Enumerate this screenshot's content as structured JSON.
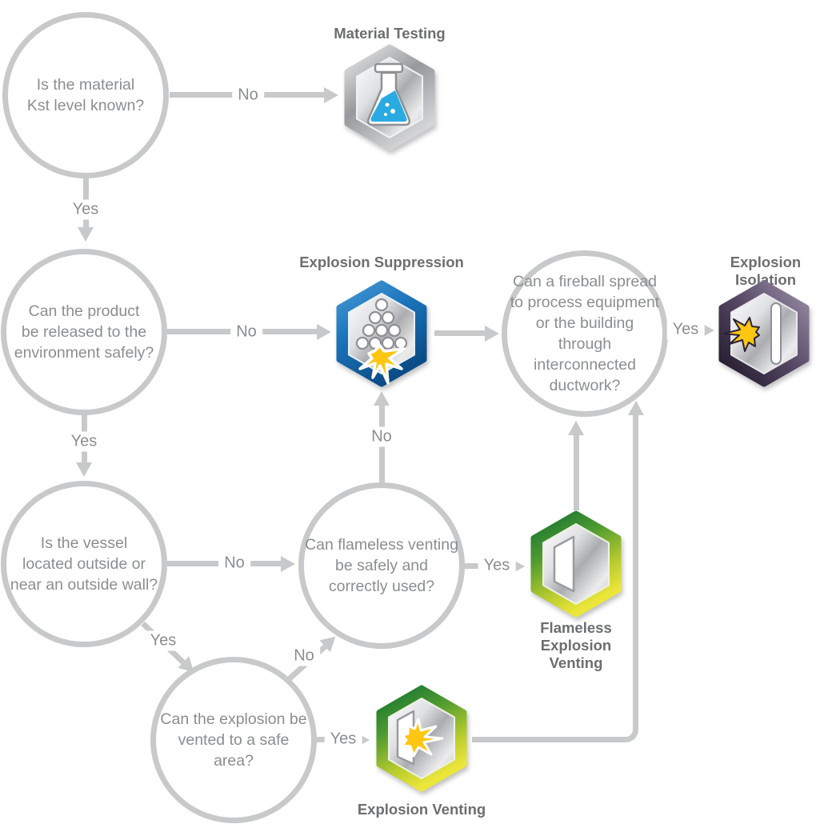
{
  "questions": {
    "material": "Is the material\nKst level known?",
    "product": "Can the product\nbe released to the\nenvironment safely?",
    "fireball": "Can a fireball spread\nto process equipment\nor the building through\ninterconnected\nductwork?",
    "vessel": "Is the vessel\nlocated outside or\nnear an outside wall?",
    "flameless": "Can flameless venting\nbe safely and\ncorrectly used?",
    "vented": "Can the explosion be\nvented to a safe area?"
  },
  "solutions": {
    "material_testing": {
      "title": "Material Testing",
      "icon": "flask-beaker-icon"
    },
    "explosion_suppression": {
      "title": "Explosion Suppression",
      "icon": "suppressant-burst-icon"
    },
    "explosion_isolation": {
      "title": "Explosion Isolation",
      "icon": "barrier-burst-icon"
    },
    "flameless_explosion_venting": {
      "title": "Flameless\nExplosion\nVenting",
      "icon": "vent-door-icon"
    },
    "explosion_venting": {
      "title": "Explosion Venting",
      "icon": "vent-door-burst-icon"
    }
  },
  "edge_labels": {
    "material_no": "No",
    "material_yes": "Yes",
    "product_no": "No",
    "product_yes": "Yes",
    "vessel_no": "No",
    "vessel_yes": "Yes",
    "flameless_no": "No",
    "flameless_yes": "Yes",
    "vented_no": "No",
    "vented_yes": "Yes",
    "fireball_yes": "Yes"
  },
  "colors": {
    "line_gray": "#c7c9cb",
    "question_text_gray": "#8b8e91",
    "title_gray": "#6c6e70",
    "suppression_blue": "#1b75bc",
    "flask_blue": "#29abe2",
    "burst_yellow": "#ffc612",
    "venting_green": "#0e6e31",
    "venting_yellow": "#ece63b",
    "isolation_purple": "#544763",
    "metal_silver": "#c2c4c6"
  }
}
